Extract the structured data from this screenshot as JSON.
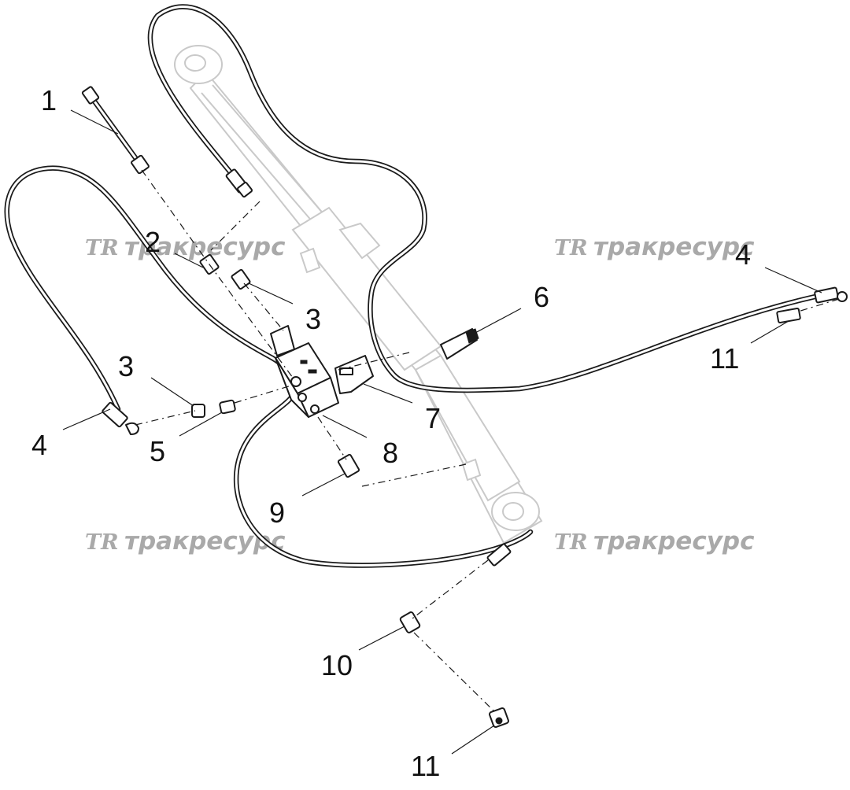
{
  "watermark": {
    "logo": "TR",
    "text": "тракресурс"
  },
  "callouts": [
    "1",
    "2",
    "3",
    "3",
    "4",
    "4",
    "5",
    "6",
    "7",
    "8",
    "9",
    "10",
    "11",
    "11"
  ]
}
